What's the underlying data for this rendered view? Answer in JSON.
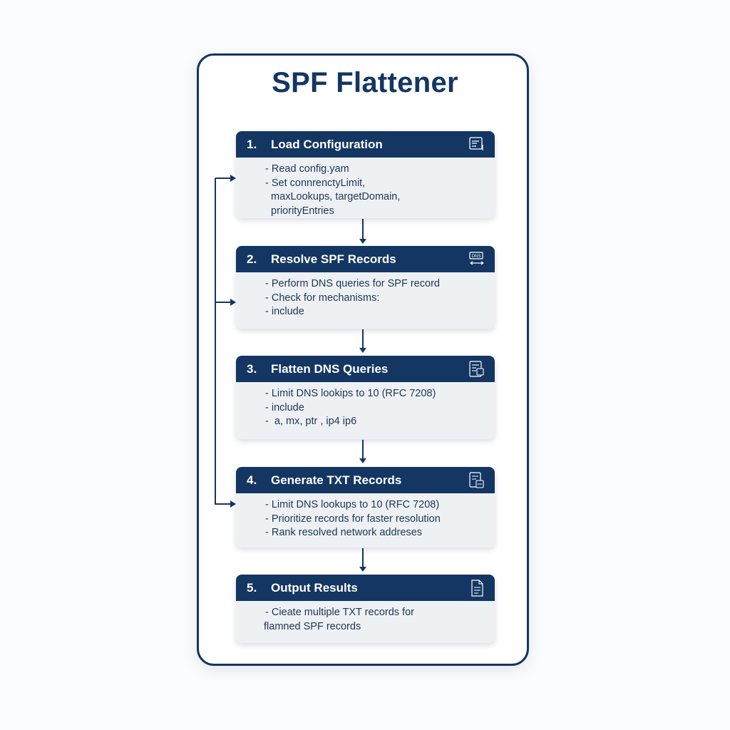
{
  "title": "SPF Flattener",
  "steps": [
    {
      "num": "1.",
      "title": "Load Configuration",
      "icon": "config-file-icon",
      "lines": [
        "- Read config.yam",
        "- Set connrenctyLimit,",
        "  maxLookups, targetDomain,",
        "  priorityEntries"
      ]
    },
    {
      "num": "2.",
      "title": "Resolve SPF Records",
      "icon": "dns-icon",
      "lines": [
        "- Perform DNS queries for SPF record",
        "- Check for mechanisms:",
        "- include"
      ]
    },
    {
      "num": "3.",
      "title": "Flatten DNS Queries",
      "icon": "document-list-icon",
      "lines": [
        "- Limit DNS lookips to 10 (RFC 7208)",
        "- include",
        "-  a, mx, ptr , ip4 ip6"
      ]
    },
    {
      "num": "4.",
      "title": "Generate TXT Records",
      "icon": "records-icon",
      "lines": [
        "- Limit DNS lookups to 10 (RFC 7208)",
        "- Prioritize records for faster resolution",
        "- Rank resolved network addreses"
      ]
    },
    {
      "num": "5.",
      "title": "Output Results",
      "icon": "document-icon",
      "lines": [
        "- Cieate multiple TXT records for",
        "flamned SPF records"
      ]
    }
  ],
  "colors": {
    "primary": "#143662",
    "step_body": "#eef1f4",
    "text": "#1f3555"
  }
}
